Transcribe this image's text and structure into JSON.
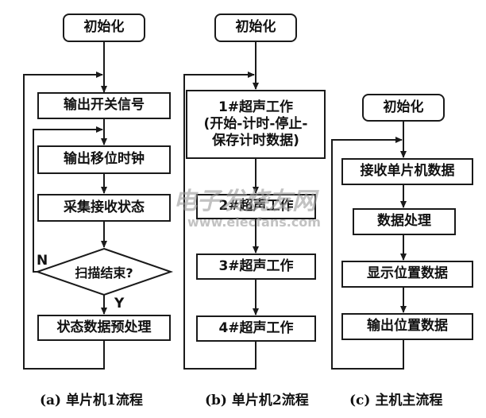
{
  "flow_a": {
    "init": "初始化",
    "output_switch": "输出开关信号",
    "output_clock": "输出移位时钟",
    "collect_state": "采集接收状态",
    "scan_end": "扫描结束?",
    "no_label": "N",
    "yes_label": "Y",
    "preprocess": "状态数据预处理",
    "caption": "(a) 单片机1流程"
  },
  "flow_b": {
    "init": "初始化",
    "ultra1": "1#超声工作\n(开始-计时-停止-\n保存计时数据)",
    "ultra2": "2#超声工作",
    "ultra3": "3#超声工作",
    "ultra4": "4#超声工作",
    "caption": "(b) 单片机2流程"
  },
  "flow_c": {
    "init": "初始化",
    "receive": "接收单片机数据",
    "process": "数据处理",
    "display": "显示位置数据",
    "output": "输出位置数据",
    "caption": "(c) 主机主流程"
  },
  "watermark": {
    "cn": "电子发烧友网",
    "url": "www.elecfans.com"
  }
}
